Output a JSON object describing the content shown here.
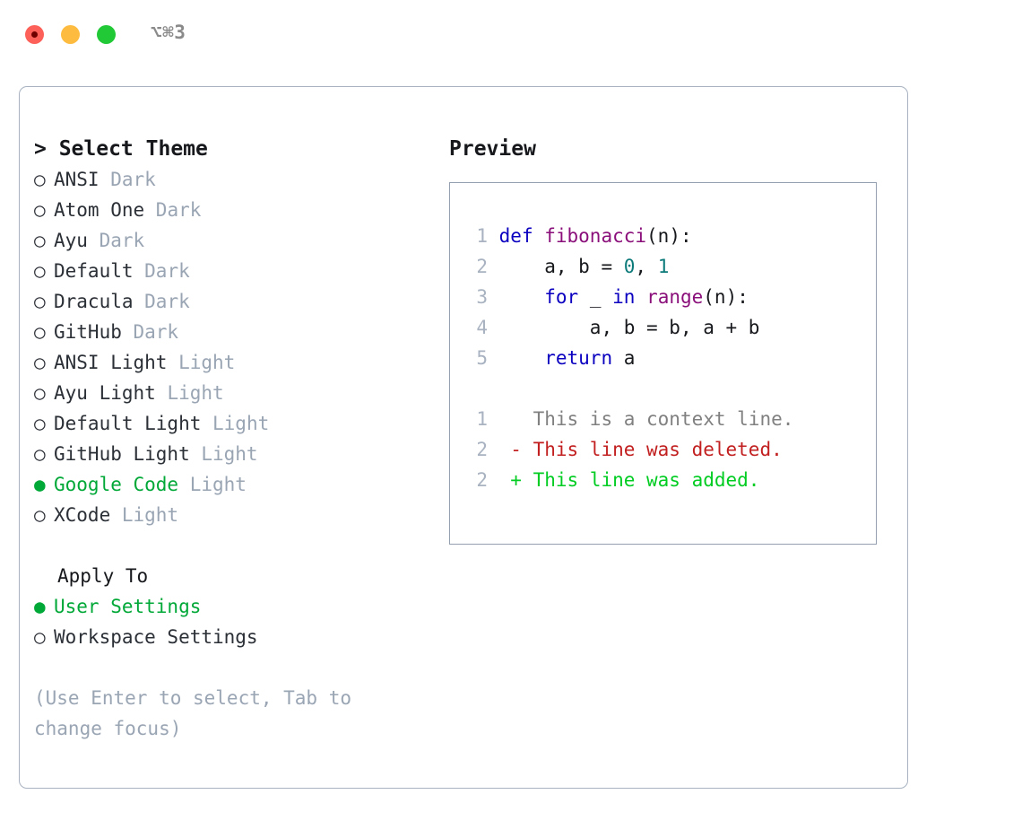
{
  "window": {
    "shortcut_label": "⌥⌘3",
    "traffic_lights": [
      "close-red",
      "minimize-yellow",
      "maximize-green"
    ]
  },
  "colors": {
    "accent_green": "#00a838",
    "muted": "#9aa5b4",
    "border": "#a8b2c0",
    "keyword": "#0b00c0",
    "function": "#8a0f7a",
    "number": "#0d7a7a",
    "diff_add": "#00cc22",
    "diff_del": "#c22020",
    "diff_ctx": "#808080"
  },
  "theme_selector": {
    "header": "> Select Theme",
    "marker_selected": "●",
    "marker_unselected": "○",
    "items": [
      {
        "name": "ANSI",
        "category": "Dark",
        "selected": false
      },
      {
        "name": "Atom One",
        "category": "Dark",
        "selected": false
      },
      {
        "name": "Ayu",
        "category": "Dark",
        "selected": false
      },
      {
        "name": "Default",
        "category": "Dark",
        "selected": false
      },
      {
        "name": "Dracula",
        "category": "Dark",
        "selected": false
      },
      {
        "name": "GitHub",
        "category": "Dark",
        "selected": false
      },
      {
        "name": "ANSI Light",
        "category": "Light",
        "selected": false
      },
      {
        "name": "Ayu Light",
        "category": "Light",
        "selected": false
      },
      {
        "name": "Default Light",
        "category": "Light",
        "selected": false
      },
      {
        "name": "GitHub Light",
        "category": "Light",
        "selected": false
      },
      {
        "name": "Google Code",
        "category": "Light",
        "selected": true
      },
      {
        "name": "XCode",
        "category": "Light",
        "selected": false
      }
    ]
  },
  "apply_to": {
    "header": "Apply To",
    "items": [
      {
        "name": "User Settings",
        "selected": true
      },
      {
        "name": "Workspace Settings",
        "selected": false
      }
    ]
  },
  "hint": "(Use Enter to select, Tab to change focus)",
  "preview": {
    "header": "Preview",
    "code_lines": [
      {
        "no": "1",
        "tokens": [
          {
            "t": "def ",
            "c": "kw"
          },
          {
            "t": "fibonacci",
            "c": "fn"
          },
          {
            "t": "(n):",
            "c": "plain"
          }
        ]
      },
      {
        "no": "2",
        "tokens": [
          {
            "t": "    a, b = ",
            "c": "plain"
          },
          {
            "t": "0",
            "c": "num"
          },
          {
            "t": ", ",
            "c": "plain"
          },
          {
            "t": "1",
            "c": "num"
          }
        ]
      },
      {
        "no": "3",
        "tokens": [
          {
            "t": "    ",
            "c": "plain"
          },
          {
            "t": "for",
            "c": "kw"
          },
          {
            "t": " _ ",
            "c": "plain"
          },
          {
            "t": "in",
            "c": "kw"
          },
          {
            "t": " ",
            "c": "plain"
          },
          {
            "t": "range",
            "c": "fn"
          },
          {
            "t": "(n):",
            "c": "plain"
          }
        ]
      },
      {
        "no": "4",
        "tokens": [
          {
            "t": "        a, b = b, a + b",
            "c": "plain"
          }
        ]
      },
      {
        "no": "5",
        "tokens": [
          {
            "t": "    ",
            "c": "plain"
          },
          {
            "t": "return",
            "c": "kw"
          },
          {
            "t": " a",
            "c": "plain"
          }
        ]
      }
    ],
    "diff_lines": [
      {
        "no": "1",
        "sign": " ",
        "text": " This is a context line.",
        "kind": "ctx"
      },
      {
        "no": "2",
        "sign": "-",
        "text": " This line was deleted.",
        "kind": "del"
      },
      {
        "no": "2",
        "sign": "+",
        "text": " This line was added.",
        "kind": "add"
      }
    ]
  }
}
